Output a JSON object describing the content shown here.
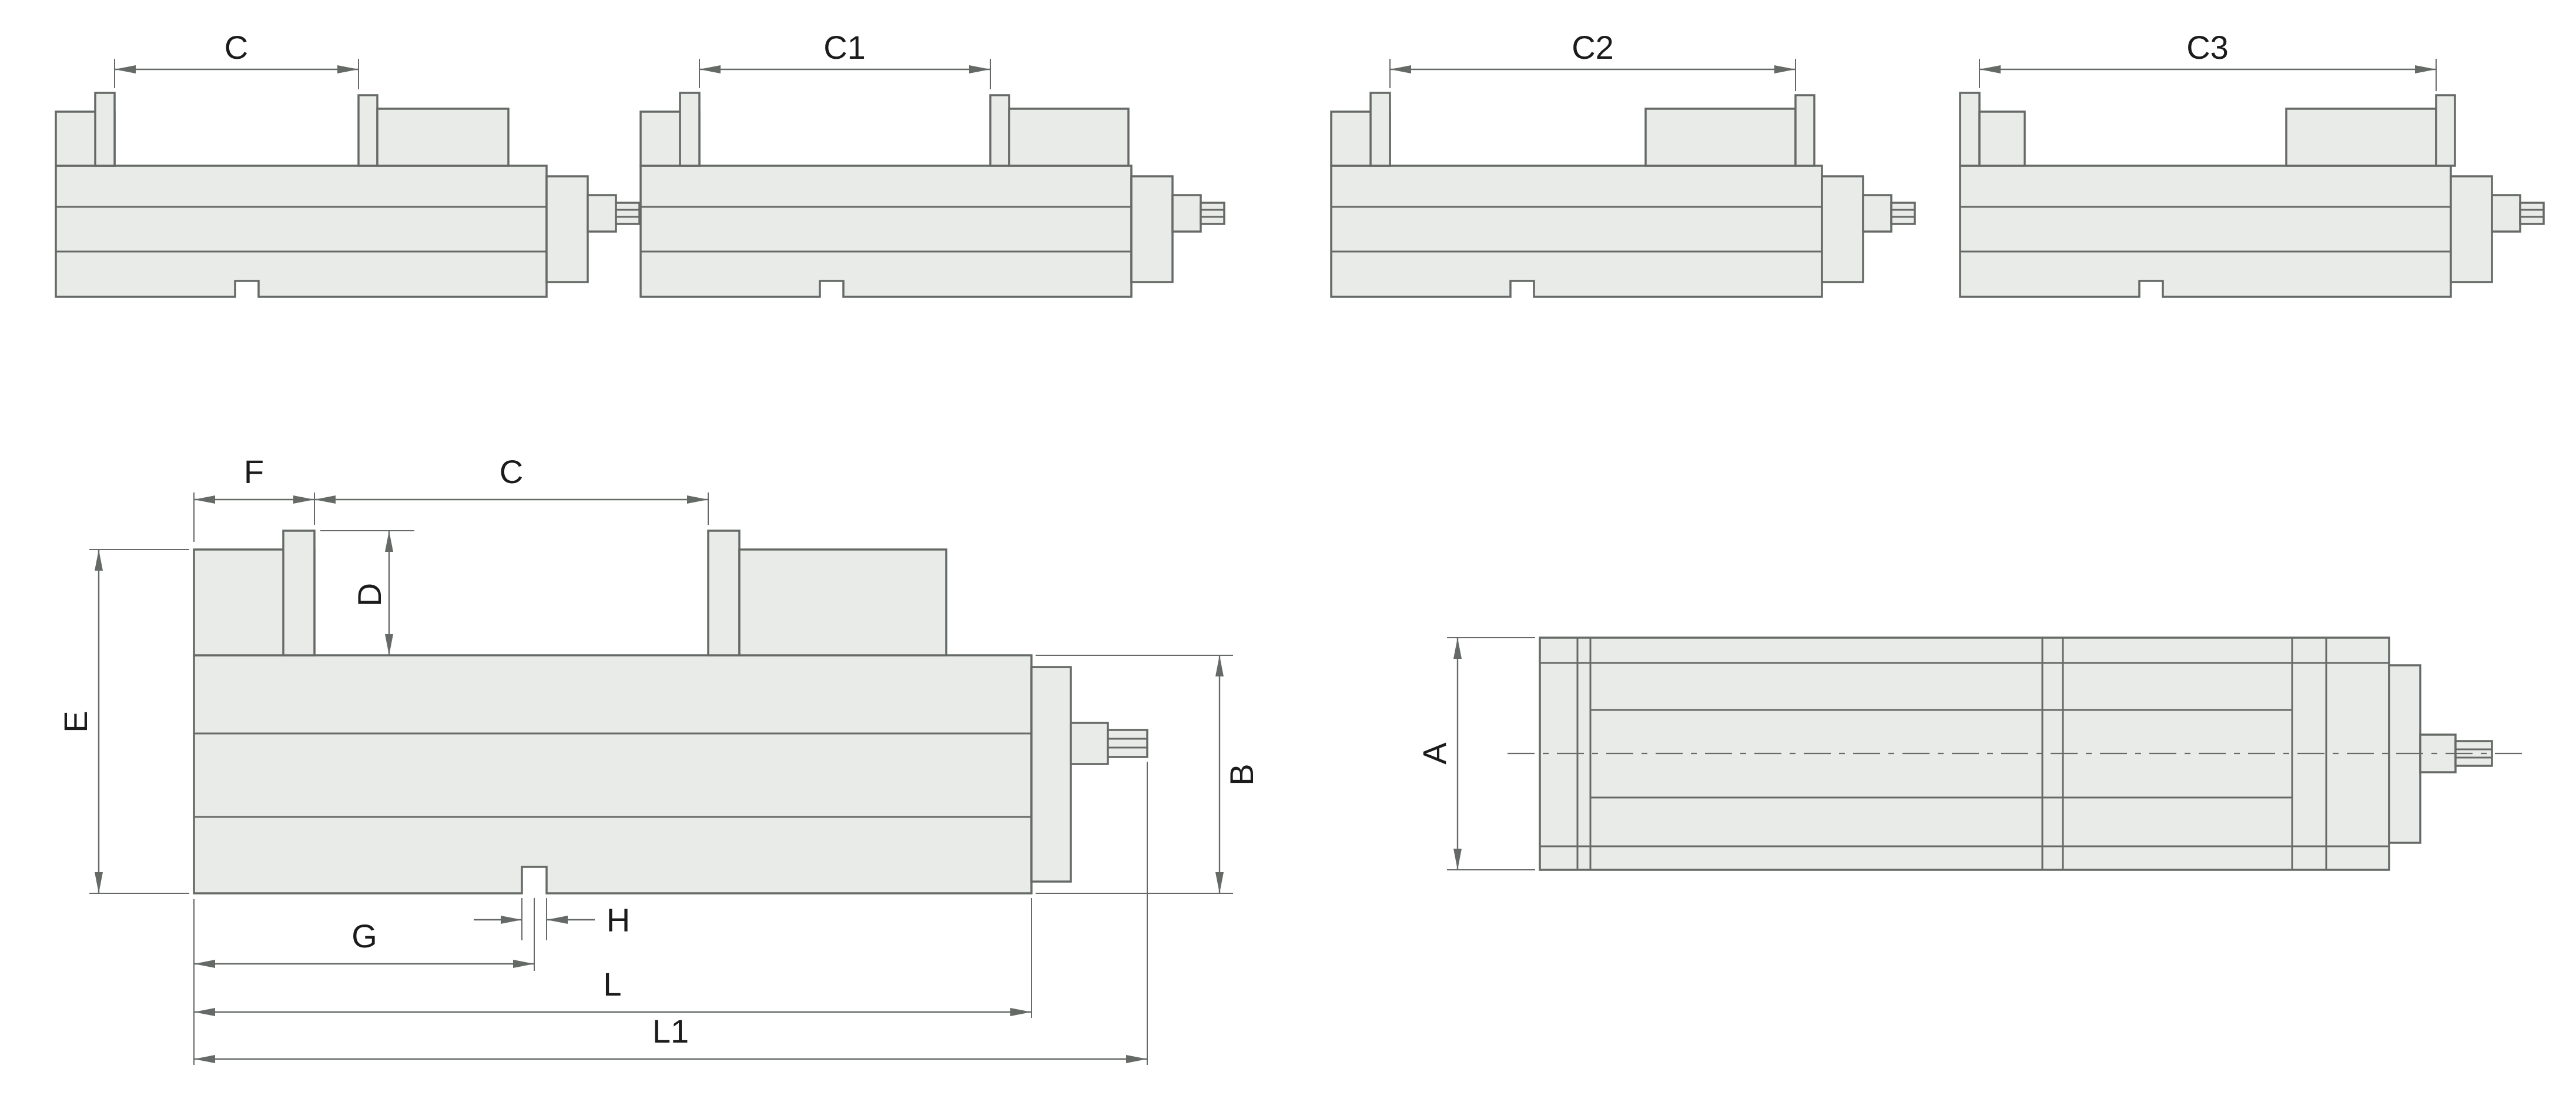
{
  "drawing": {
    "kind": "machine-vise-dimension-drawing",
    "colors": {
      "background": "#ffffff",
      "body_fill": "#e9ebe9",
      "line": "#656a67",
      "text": "#1b1b1b"
    },
    "top_views": [
      {
        "name": "jaw-configuration-1",
        "dimension_label": "C"
      },
      {
        "name": "jaw-configuration-2",
        "dimension_label": "C1"
      },
      {
        "name": "jaw-configuration-3",
        "dimension_label": "C2"
      },
      {
        "name": "jaw-configuration-4",
        "dimension_label": "C3"
      }
    ],
    "side_view": {
      "labels": {
        "f": "F",
        "c": "C",
        "d": "D",
        "e": "E",
        "b": "B",
        "g": "G",
        "h": "H",
        "l": "L",
        "l1": "L1"
      }
    },
    "plan_view": {
      "labels": {
        "a": "A"
      }
    }
  }
}
